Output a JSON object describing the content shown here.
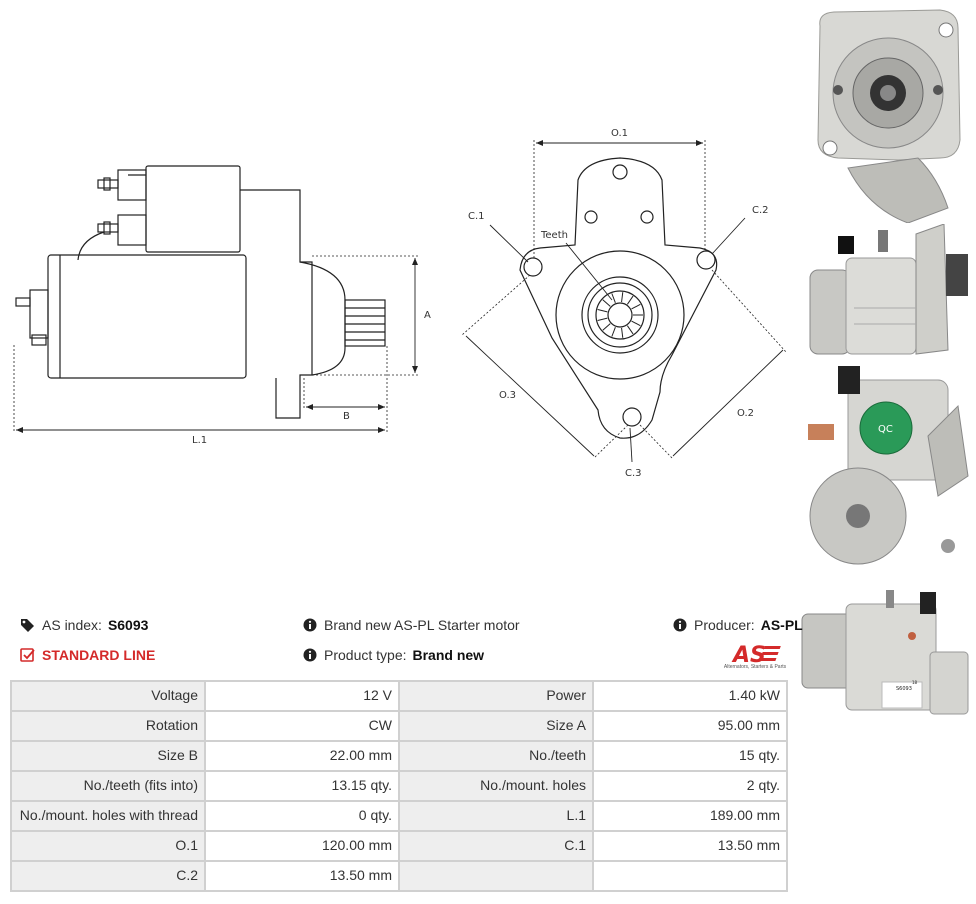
{
  "drawing_side": {
    "dim_a": "A",
    "dim_b": "B",
    "dim_l1": "L.1"
  },
  "drawing_front": {
    "dim_o1": "O.1",
    "dim_o2": "O.2",
    "dim_o3": "O.3",
    "dim_c1": "C.1",
    "dim_c2": "C.2",
    "dim_c3": "C.3",
    "teeth": "Teeth"
  },
  "photos": {
    "label_qc": "QC",
    "label_sticker": "S6093",
    "label_sticker_num": "18"
  },
  "info": {
    "as_index_label": "AS index:",
    "as_index_value": "S6093",
    "standard_line": "STANDARD LINE",
    "description": "Brand new AS-PL Starter motor",
    "product_type_label": "Product type:",
    "product_type_value": "Brand new",
    "producer_label": "Producer:",
    "producer_value": "AS-PL"
  },
  "logo": {
    "brand": "AS",
    "tagline": "Alternators, Starters & Parts",
    "brand_color": "#d42a2a"
  },
  "specs": {
    "rows": [
      {
        "l1": "Voltage",
        "v1": "12 V",
        "l2": "Power",
        "v2": "1.40 kW"
      },
      {
        "l1": "Rotation",
        "v1": "CW",
        "l2": "Size A",
        "v2": "95.00 mm"
      },
      {
        "l1": "Size B",
        "v1": "22.00 mm",
        "l2": "No./teeth",
        "v2": "15 qty."
      },
      {
        "l1": "No./teeth (fits into)",
        "v1": "13.15 qty.",
        "l2": "No./mount. holes",
        "v2": "2 qty."
      },
      {
        "l1": "No./mount. holes with thread",
        "v1": "0 qty.",
        "l2": "L.1",
        "v2": "189.00 mm"
      },
      {
        "l1": "O.1",
        "v1": "120.00 mm",
        "l2": "C.1",
        "v2": "13.50 mm"
      },
      {
        "l1": "C.2",
        "v1": "13.50 mm",
        "l2": "",
        "v2": ""
      }
    ]
  }
}
